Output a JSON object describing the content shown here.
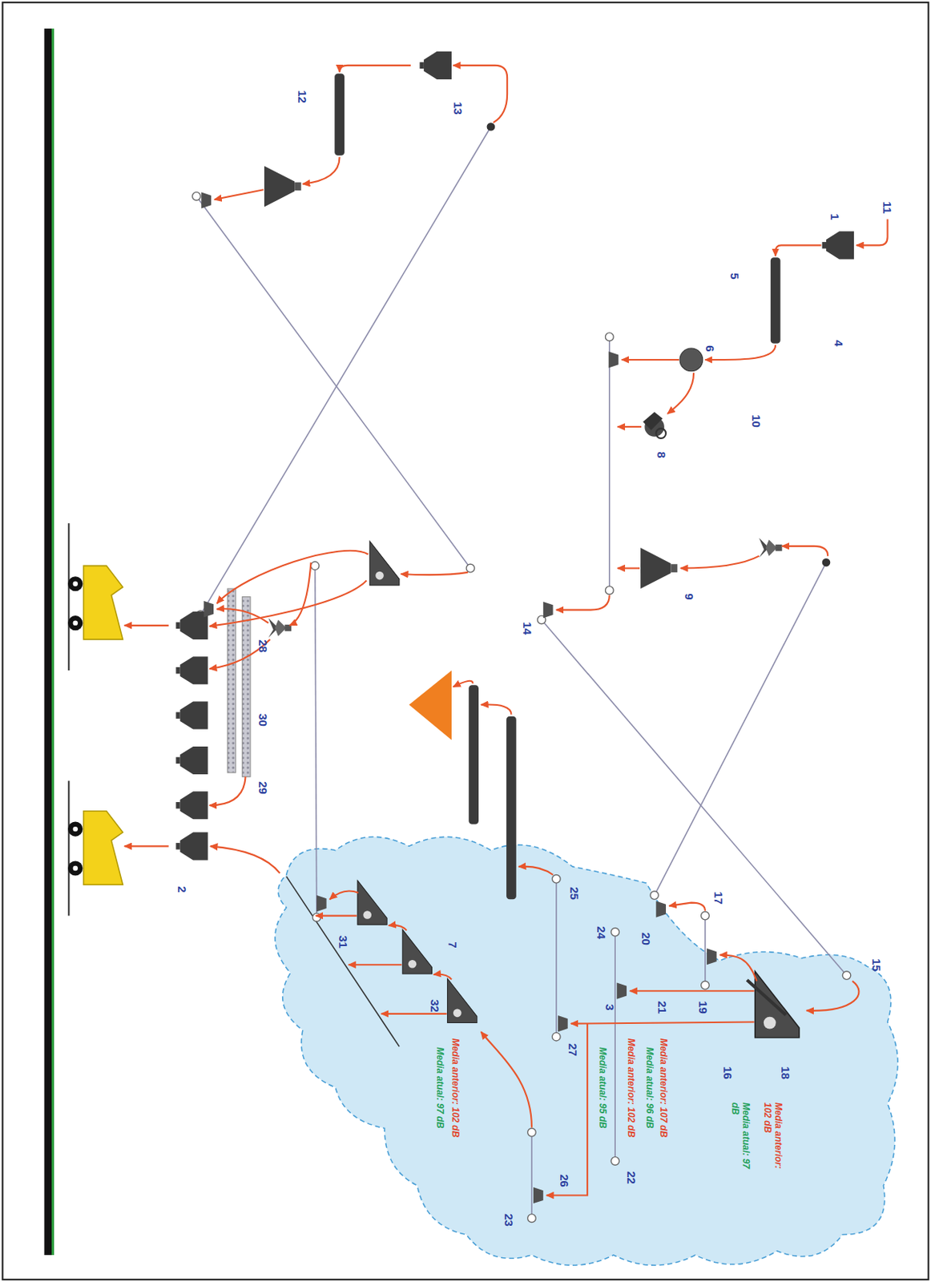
{
  "diagram": {
    "labels": [
      "11",
      "1",
      "5",
      "6",
      "4",
      "10",
      "8",
      "9",
      "14",
      "12",
      "13",
      "28",
      "30",
      "29",
      "2",
      "31",
      "7",
      "32",
      "25",
      "24",
      "3",
      "21",
      "19",
      "17",
      "20",
      "15",
      "18",
      "16",
      "22",
      "26",
      "23",
      "27",
      "Media anterior: 102 dB",
      "Media atual: 97 dB",
      "Media anterior: 107 dB",
      "Media atual: 96 dB",
      "Media anterior: 102 dB",
      "Media atual: 95 dB",
      "Media anterior: 102 dB",
      "Media atual: 97 dB"
    ]
  }
}
